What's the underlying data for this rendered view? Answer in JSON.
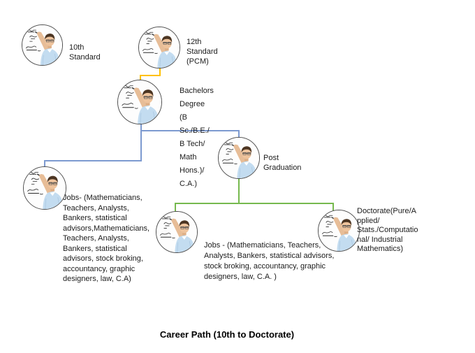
{
  "title": "Career Path (10th to Doctorate)",
  "colors": {
    "connector-yellow": "#FFC000",
    "connector-blue": "#7D9AD0",
    "connector-green": "#76B94E",
    "circle-border": "#4d4d4d"
  },
  "icon": "math-teacher-avatar",
  "nodes": {
    "std10": {
      "label": "10th Standard"
    },
    "std12": {
      "label": "12th Standard\n(PCM)"
    },
    "bachelors": {
      "label": "Bachelors Degree\n(B Sc./B.E./ B Tech/ Math Hons.)/ C.A.)"
    },
    "postgrad": {
      "label": "Post Graduation"
    },
    "jobs_left": {
      "label": "Jobs- (Mathematicians,\nTeachers, Analysts,\nBankers, statistical\nadvisors,Mathematicians,\nTeachers, Analysts,\nBankers, statistical\nadvisors, stock broking,\naccountancy, graphic\ndesigners, law, C.A)"
    },
    "jobs_mid": {
      "label": "Jobs - (Mathematicians, Teachers,\nAnalysts, Bankers, statistical advisors,\nstock broking, accountancy, graphic\ndesigners, law, C.A. )"
    },
    "doctorate": {
      "label": "Doctorate(Pure/A\npplied/\nStats./Computatio\nnal/ Industrial\nMathematics)"
    }
  }
}
